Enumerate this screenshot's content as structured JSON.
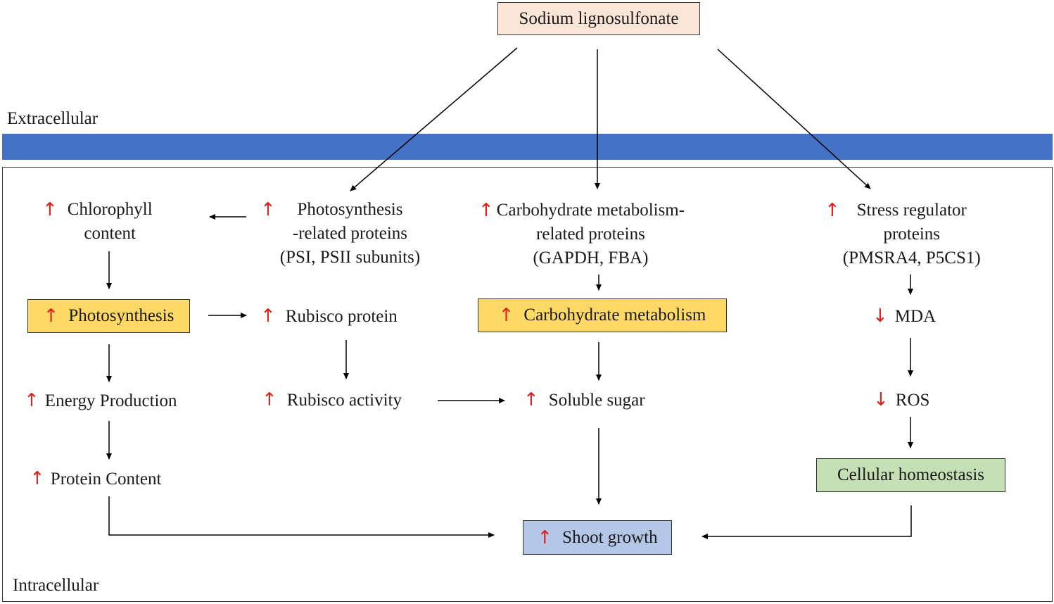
{
  "top": {
    "label": "Sodium lignosulfonate",
    "fill": "#fbe5d6"
  },
  "regions": {
    "extracellular": "Extracellular",
    "intracellular": "Intracellular",
    "membrane_color": "#4472c4"
  },
  "indicators": {
    "up": "↑",
    "down": "↓",
    "color": "#e0201a"
  },
  "nodes": {
    "chlorophyll": {
      "line1": "Chlorophyll",
      "line2": "content",
      "direction": "up"
    },
    "photo_proteins": {
      "line1": "Photosynthesis",
      "line2": "-related proteins",
      "line3": "(PSI, PSII subunits)",
      "direction": "up"
    },
    "carb_proteins": {
      "line1": "Carbohydrate  metabolism-",
      "line2": "related proteins",
      "line3": "(GAPDH, FBA)",
      "direction": "up"
    },
    "stress_proteins": {
      "line1": "Stress regulator",
      "line2": "proteins",
      "line3": "(PMSRA4, P5CS1)",
      "direction": "up"
    },
    "photosynthesis": {
      "label": "Photosynthesis",
      "direction": "up",
      "fill": "#ffd966"
    },
    "rubisco_protein": {
      "label": "Rubisco protein",
      "direction": "up"
    },
    "carb_metabolism": {
      "label": "Carbohydrate  metabolism",
      "direction": "up",
      "fill": "#ffd966"
    },
    "mda": {
      "label": "MDA",
      "direction": "down"
    },
    "energy": {
      "label": "Energy  Production",
      "direction": "up"
    },
    "rubisco_activity": {
      "label": "Rubisco activity",
      "direction": "up"
    },
    "soluble_sugar": {
      "label": "Soluble sugar",
      "direction": "up"
    },
    "ros": {
      "label": "ROS",
      "direction": "down"
    },
    "protein_content": {
      "label": "Protein Content",
      "direction": "up"
    },
    "homeostasis": {
      "label": "Cellular homeostasis",
      "fill": "#c5e0b4"
    },
    "shoot_growth": {
      "label": "Shoot growth",
      "direction": "up",
      "fill": "#b4c7e7"
    }
  }
}
